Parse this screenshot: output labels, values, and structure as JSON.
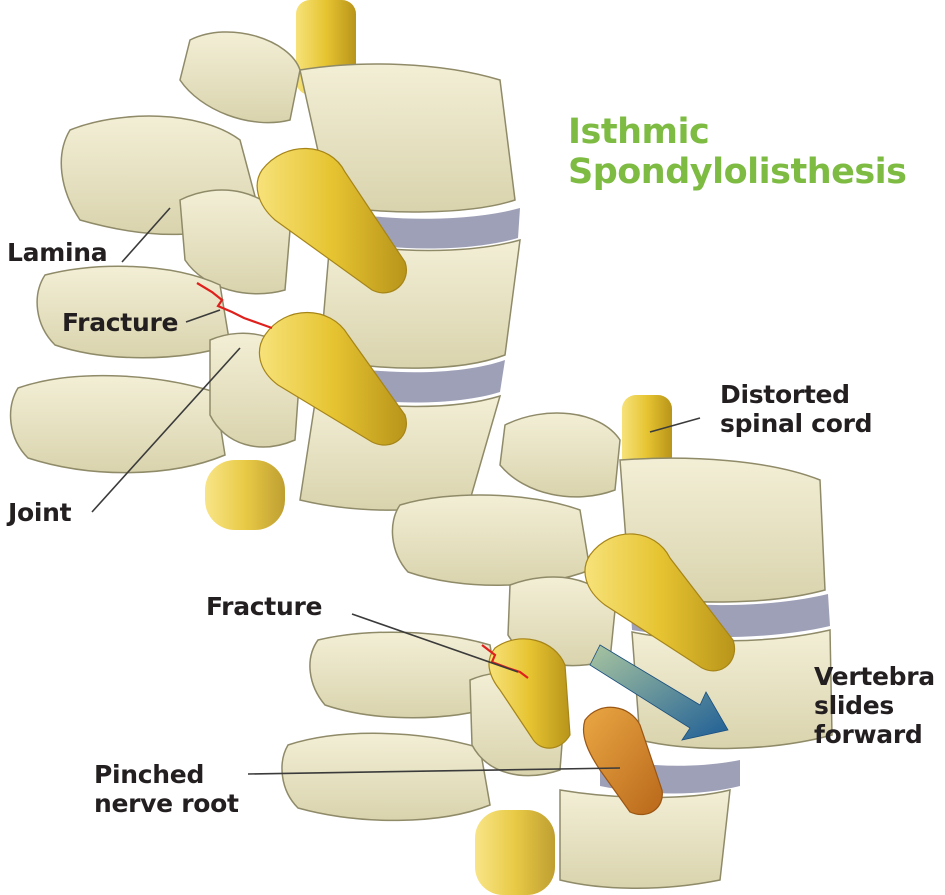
{
  "title": {
    "line1": "Isthmic",
    "line2": "Spondylolisthesis",
    "color": "#7dbb42"
  },
  "labels": {
    "lamina": "Lamina",
    "fracture_top": "Fracture",
    "joint": "Joint",
    "distorted_line1": "Distorted",
    "distorted_line2": "spinal cord",
    "fracture_bottom": "Fracture",
    "vertebra_line1": "Vertebra",
    "vertebra_line2": "slides",
    "vertebra_line3": "forward",
    "pinched_line1": "Pinched",
    "pinched_line2": "nerve root"
  },
  "colors": {
    "bone": "#ebe6c4",
    "bone_shadow": "#c8c29a",
    "bone_outline": "#8f8a68",
    "disc": "#8d8fab",
    "cord": "#e6c431",
    "cord_dark": "#b8941a",
    "nerve_orange": "#d68a22",
    "fracture": "#e0201c",
    "leader": "#3b3b3b",
    "arrow_start": "#a9c5a0",
    "arrow_end": "#1e5e96"
  }
}
